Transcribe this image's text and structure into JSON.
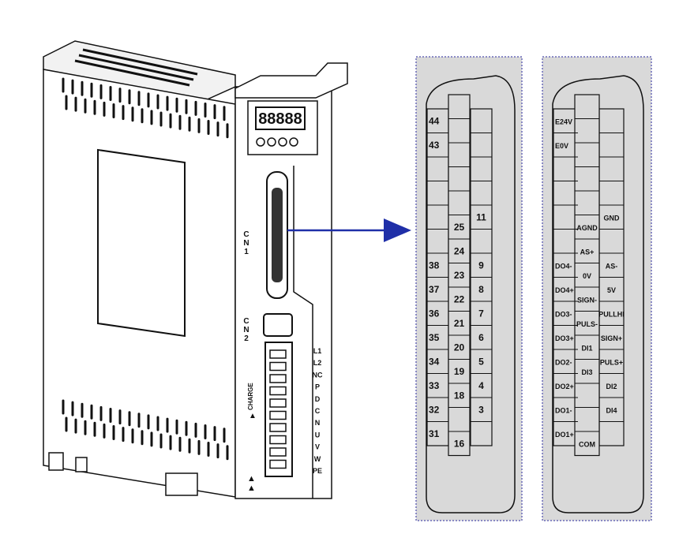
{
  "colors": {
    "arrow": "#1f2fa8",
    "panel": "#d9d9d9",
    "frame": "#6a6ab8",
    "line": "#111111"
  },
  "drive": {
    "display_text": "88888",
    "cn1_label": [
      "C",
      "N",
      "1"
    ],
    "cn2_label": [
      "C",
      "N",
      "2"
    ],
    "charge_label": "CHARGE",
    "terminal_labels": [
      "L1",
      "L2",
      "NC",
      "P",
      "D",
      "C",
      "N",
      "U",
      "V",
      "W",
      "PE"
    ]
  },
  "pin_panel": {
    "left_col": [
      "44",
      "43",
      "",
      "",
      "",
      "",
      "38",
      "37",
      "36",
      "35",
      "34",
      "33",
      "32",
      "31"
    ],
    "mid_col": [
      "",
      "",
      "",
      "",
      "",
      "25",
      "24",
      "23",
      "22",
      "21",
      "20",
      "19",
      "18",
      "",
      "16"
    ],
    "right_col": [
      "",
      "",
      "",
      "",
      "11",
      "",
      "9",
      "8",
      "7",
      "6",
      "5",
      "4",
      "3",
      ""
    ]
  },
  "signal_panel": {
    "left_col": [
      "E24V",
      "E0V",
      "",
      "",
      "",
      "",
      "DO4-",
      "DO4+",
      "DO3-",
      "DO3+",
      "DO2-",
      "DO2+",
      "DO1-",
      "DO1+"
    ],
    "mid_col": [
      "",
      "",
      "",
      "",
      "",
      "AGND",
      "AS+",
      "0V",
      "SIGN-",
      "PULS-",
      "DI1",
      "DI3",
      "",
      "",
      "COM"
    ],
    "right_col": [
      "",
      "",
      "",
      "",
      "GND",
      "",
      "AS-",
      "5V",
      "PULLHI",
      "SIGN+",
      "PULS+",
      "DI2",
      "DI4",
      ""
    ]
  }
}
